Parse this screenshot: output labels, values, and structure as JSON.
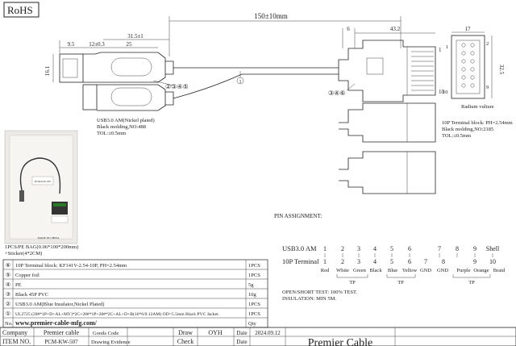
{
  "rohs": "RoHS",
  "dims": {
    "total_length": "150±10mm",
    "d_9_5": "9.5",
    "d_16_1": "16.1",
    "d_12": "12±0.3",
    "d_31_5": "31.5±1",
    "d_25": "25",
    "d_6": "6",
    "d_43_2": "43.2",
    "d_17": "17",
    "d_32_5": "32.5"
  },
  "callouts": {
    "c1": "1",
    "c2345": "②③④⑤",
    "c346": "③④⑥",
    "pin1": "1",
    "pin10": "10",
    "pin2": "2",
    "pin9": "9"
  },
  "usb_note": [
    "USB3.0 AM(Nickel plated)",
    "Black molding,NO:488",
    "TOL:±0.5mm"
  ],
  "term_note": [
    "10P Terminal block: PH=2.54mm",
    "Black molding,NO:2185",
    "TOL:±0.5mm"
  ],
  "radium_note": "Radium vulture",
  "photo": {
    "bag_label": "PCM-KW-507",
    "made_in": "MADE IN CHINA",
    "caption": [
      "1PCS/PE BAG(0.06*100*200mm)",
      "+Sticker(4*2CM)"
    ]
  },
  "pin_assignment": {
    "title": "PIN ASSIGNMENT:",
    "usb_label": "USB3.0 AM",
    "usb_pins": [
      "1",
      "2",
      "3",
      "4",
      "5",
      "6",
      "7",
      "8",
      "9",
      "Shell"
    ],
    "term_label": "10P Terminal",
    "term_pins": [
      "1",
      "2",
      "3",
      "4",
      "5",
      "6",
      "7",
      "8",
      "9",
      "10"
    ],
    "colors": [
      "Red",
      "White",
      "Green",
      "Black",
      "Blue",
      "Yellow",
      "GND",
      "GND",
      "Purple",
      "Orange",
      "Braid"
    ],
    "tp1": "TP",
    "tp2": "TP",
    "tp3": "TP",
    "test1": "OPEN/SHORT TEST: 100% TEST.",
    "test2": "INSULATION: MIN 5M."
  },
  "bom": [
    {
      "no": "⑥",
      "desc": "10P Terminal block: KF141V-2.54-10P, PH=2.54mm",
      "qty": "1PCS"
    },
    {
      "no": "⑤",
      "desc": "Copper foil",
      "qty": "1PCS"
    },
    {
      "no": "④",
      "desc": "PE",
      "qty": "5g"
    },
    {
      "no": "③",
      "desc": "Black 45P PVC",
      "qty": "10g"
    },
    {
      "no": "②",
      "desc": "USB3.0 AM(Blue Insulator,Nickel Plated)",
      "qty": "1PCS"
    },
    {
      "no": "①",
      "desc": "UL2725 (28#*1P+D+AL+MY)*2C+28#*1P+28#*2C+AL+D+B(16*6/0.12AM) OD=5.5mm Black PVC Jacket.",
      "qty": "1PCS"
    }
  ],
  "bom_header": {
    "no": "No.",
    "url": "www.premier-cable-mfg.com/",
    "qty": "Qty"
  },
  "title_block": {
    "company_label": "Company",
    "company_value": "Premier cable",
    "item_label": "ITEM NO.",
    "item_value": "PCM-KW-507",
    "goods_code": "Goods Code",
    "drawing_evidence": "Drawing Evidence",
    "draw_label": "Draw",
    "draw_value": "OYH",
    "check_label": "Check",
    "date_label": "Date",
    "date_value": "2024.09.12",
    "date_label2": "Date",
    "brand": "Premier Cable"
  }
}
